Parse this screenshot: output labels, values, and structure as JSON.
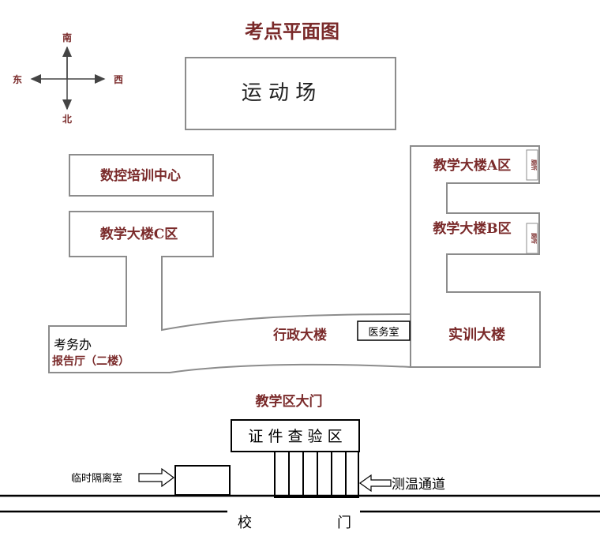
{
  "title": "考点平面图",
  "compass": {
    "north": "南",
    "south": "北",
    "east": "东",
    "west": "西"
  },
  "buildings": {
    "stadium": "运 动 场",
    "cnc_center": "数控培训中心",
    "building_c": "教学大楼C区",
    "building_a": "教学大楼A区",
    "building_b": "教学大楼B区",
    "toilet_a": "厕所",
    "toilet_b": "厕所",
    "admin": "行政大楼",
    "medical": "医务室",
    "training": "实训大楼",
    "exam_office": "考务办",
    "hall": "报告厅（二楼）"
  },
  "gate_area": {
    "gate_label": "教学区大门",
    "id_check": "证 件 查 验 区",
    "isolation": "临时隔离室",
    "temperature": "测温通道",
    "school_gate_left": "校",
    "school_gate_right": "门"
  },
  "colors": {
    "label": "#7a2a2a",
    "outline": "#8c8c8c",
    "ink": "#000000"
  }
}
